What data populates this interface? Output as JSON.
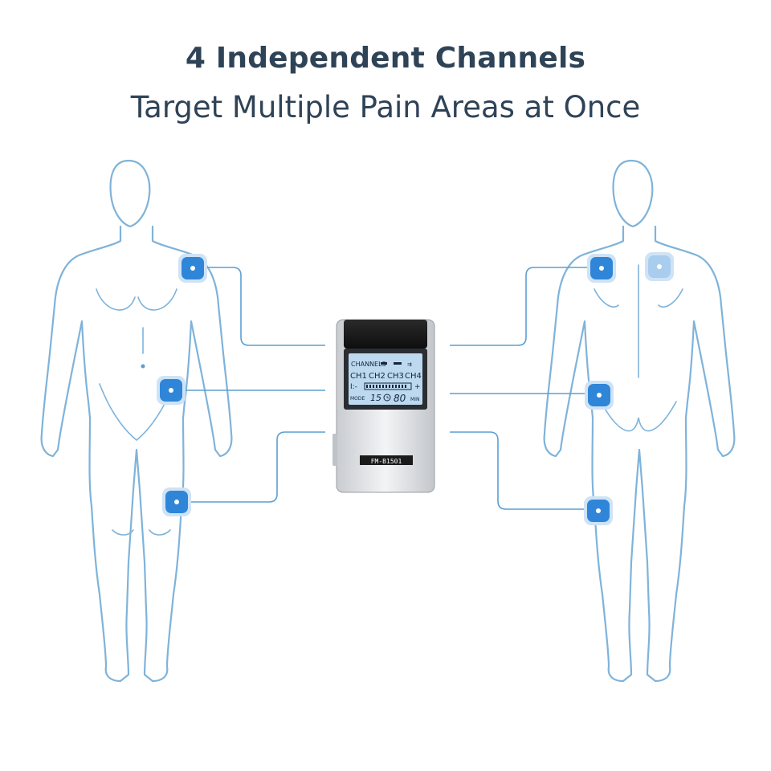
{
  "header": {
    "title": "4 Independent Channels",
    "subtitle": "Target Multiple Pain Areas at Once"
  },
  "device": {
    "model_label": "FM-B1501",
    "lcd": {
      "channels_label": "CHANNELS",
      "ch1": "CH1",
      "ch2": "CH2",
      "ch3": "CH3",
      "ch4": "CH4",
      "minus": "I:-",
      "plus": "+",
      "mode_label": "MODE",
      "mode_value": "15",
      "timer_value": "80",
      "timer_unit": "MIN"
    }
  },
  "colors": {
    "body_outline": "#7fb3da",
    "electrode": "#2f86d8",
    "lead_wire": "#5a9fd4",
    "title": "#2f4357",
    "lcd_background": "#bcd9f0"
  }
}
